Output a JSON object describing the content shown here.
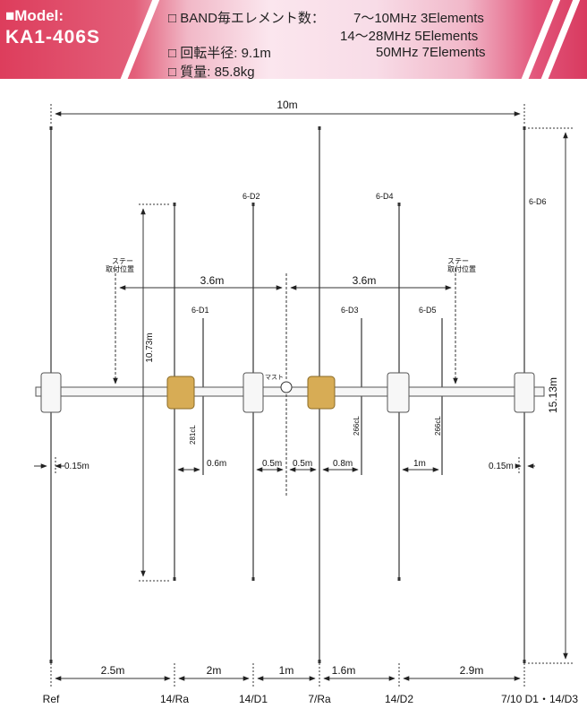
{
  "header": {
    "model_label": "■Model:",
    "model_name": "KA1-406S",
    "specs": [
      "□ BAND毎エレメント数：",
      "□ 回転半径: 9.1m",
      "□ 質量: 85.8kg"
    ],
    "bands": [
      "7～10MHz  3Elements",
      "14～28MHz  5Elements",
      "50MHz  7Elements"
    ]
  },
  "diagram": {
    "overall_length": "10m",
    "height_label": "15.13m",
    "short_height": "10.73m",
    "stay_label_1": "ステー",
    "stay_label_2": "取付位置",
    "span_left": "3.6m",
    "span_right": "3.6m",
    "mast_label": "マスト",
    "six_labels": [
      "6-D2",
      "6-D4",
      "6-D6",
      "6-D1",
      "6-D3",
      "6-D5"
    ],
    "vertical_dims": [
      "281cL",
      "266cL",
      "266cL"
    ],
    "small_dims": [
      "0.15m",
      "0.6m",
      "0.5m",
      "0.5m",
      "0.8m",
      "1m",
      "0.15m"
    ],
    "bottom_spacing": [
      "2.5m",
      "2m",
      "1m",
      "1.6m",
      "2.9m"
    ],
    "element_labels": [
      "Ref",
      "14/Ra",
      "14/D1",
      "7/Ra",
      "14/D2",
      "7/10 D1・14/D3"
    ]
  },
  "colors": {
    "accent": "#dd3d5c",
    "yellow_block": "#d7ac55",
    "line": "#222222",
    "dim": "#444444"
  }
}
